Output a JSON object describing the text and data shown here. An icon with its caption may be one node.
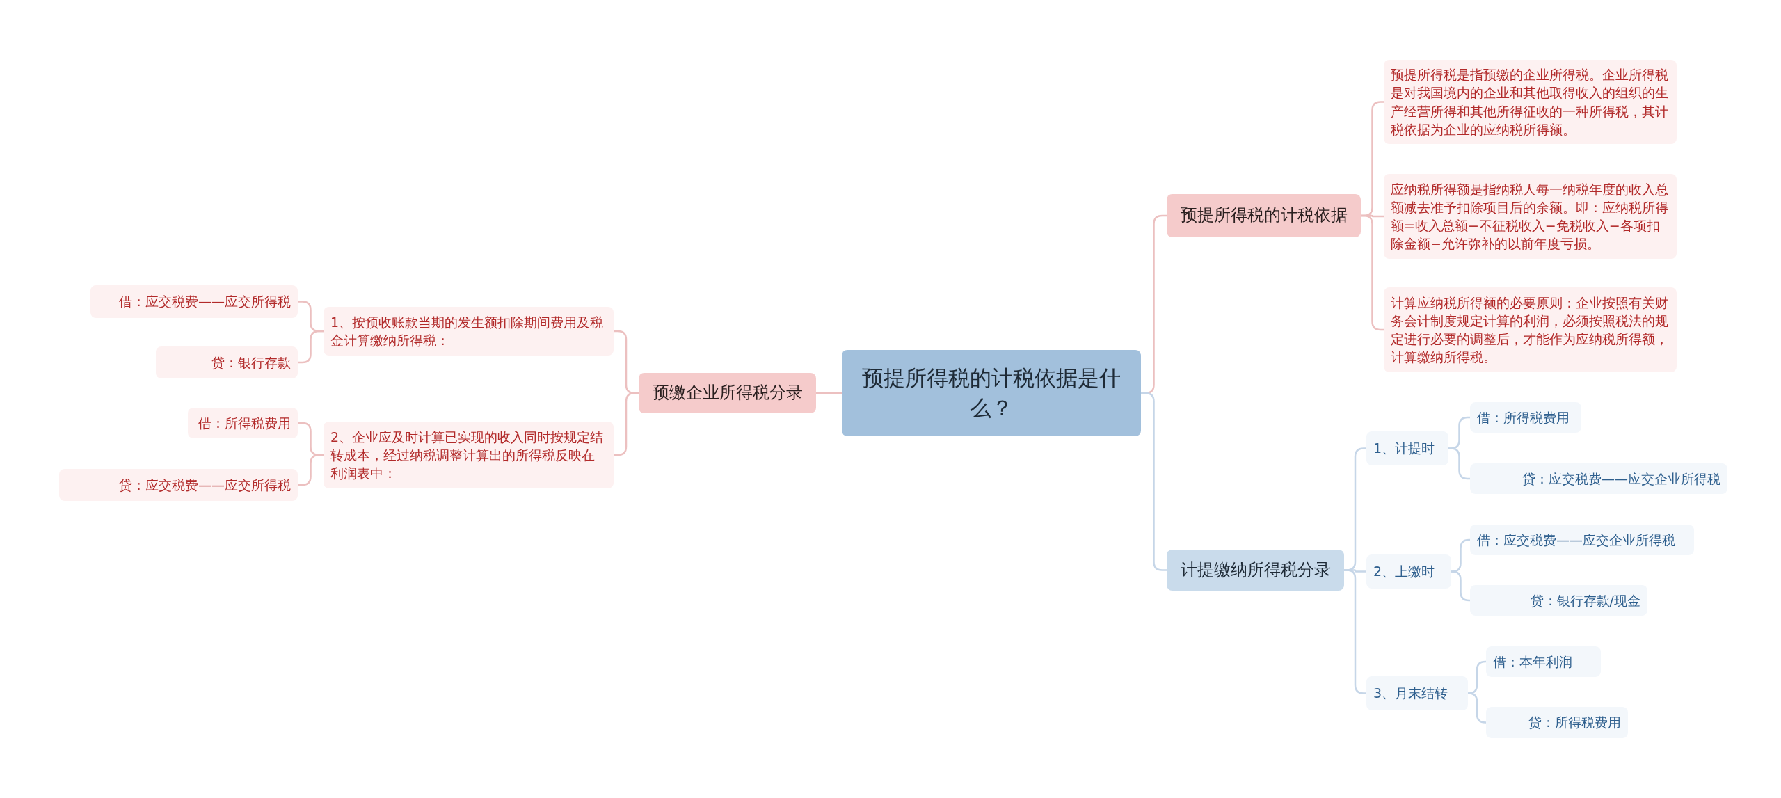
{
  "diagram": {
    "nodes": [
      {
        "text": [
          "预提所得税的计税依据是什么？"
        ]
      },
      {
        "text": [
          "预缴企业所得税分录"
        ]
      },
      {
        "text": [
          "1、按预收账款当期的发生额扣除期间费用及税金计算缴纳所得税："
        ]
      },
      {
        "text": [
          "借：应交税费——应交所得税"
        ]
      },
      {
        "text": [
          "贷：银行存款"
        ]
      },
      {
        "text": [
          "2、企业应及时计算已实现的收入同时按规定结转成本，经过纳税调整计算出的所得税反映在利润表中："
        ]
      },
      {
        "text": [
          "借：所得税费用"
        ]
      },
      {
        "text": [
          "贷：应交税费——应交所得税"
        ]
      },
      {
        "text": [
          "预提所得税的计税依据"
        ]
      },
      {
        "text": [
          "预提所得税是指预缴的企业所得税。企业所得税是对我国境内的企业和其他取得收入的组织的生产经营所得和其他所得征收的一种所得税，其计税依据为企业的应纳税所得额。"
        ]
      },
      {
        "text": [
          "应纳税所得额是指纳税人每一纳税年度的收入总额减去准予扣除项目后的余额。即：应纳税所得额=收入总额−不征税收入−免税收入−各项扣除金额−允许弥补的以前年度亏损。"
        ]
      },
      {
        "text": [
          "计算应纳税所得额的必要原则：企业按照有关财务会计制度规定计算的利润，必须按照税法的规定进行必要的调整后，才能作为应纳税所得额，计算缴纳所得税。"
        ]
      },
      {
        "text": [
          "计提缴纳所得税分录"
        ]
      },
      {
        "text": [
          "1、计提时"
        ]
      },
      {
        "text": [
          "借：所得税费用"
        ]
      },
      {
        "text": [
          "贷：应交税费——应交企业所得税"
        ]
      },
      {
        "text": [
          "2、上缴时"
        ]
      },
      {
        "text": [
          "借：应交税费——应交企业所得税"
        ]
      },
      {
        "text": [
          "贷：银行存款/现金"
        ]
      },
      {
        "text": [
          "3、月末结转"
        ]
      },
      {
        "text": [
          "借：本年利润"
        ]
      },
      {
        "text": [
          "贷：所得税费用"
        ]
      }
    ],
    "edges": [
      {
        "from": 0,
        "to": 1,
        "arrow": "none"
      },
      {
        "from": 1,
        "to": 2,
        "arrow": "none"
      },
      {
        "from": 2,
        "to": 3,
        "arrow": "none"
      },
      {
        "from": 2,
        "to": 4,
        "arrow": "none"
      },
      {
        "from": 1,
        "to": 5,
        "arrow": "none"
      },
      {
        "from": 5,
        "to": 6,
        "arrow": "none"
      },
      {
        "from": 5,
        "to": 7,
        "arrow": "none"
      },
      {
        "from": 0,
        "to": 8,
        "arrow": "none"
      },
      {
        "from": 8,
        "to": 9,
        "arrow": "none"
      },
      {
        "from": 8,
        "to": 10,
        "arrow": "none"
      },
      {
        "from": 8,
        "to": 11,
        "arrow": "none"
      },
      {
        "from": 0,
        "to": 12,
        "arrow": "none",
        "color": "#c6d6e8"
      },
      {
        "from": 12,
        "to": 13,
        "arrow": "none",
        "color": "#c6d6e8"
      },
      {
        "from": 13,
        "to": 14,
        "arrow": "none",
        "color": "#c6d6e8"
      },
      {
        "from": 13,
        "to": 15,
        "arrow": "none",
        "color": "#c6d6e8"
      },
      {
        "from": 12,
        "to": 16,
        "arrow": "none",
        "color": "#c6d6e8"
      },
      {
        "from": 16,
        "to": 17,
        "arrow": "none",
        "color": "#c6d6e8"
      },
      {
        "from": 16,
        "to": 18,
        "arrow": "none",
        "color": "#c6d6e8"
      },
      {
        "from": 12,
        "to": 19,
        "arrow": "none",
        "color": "#c6d6e8"
      },
      {
        "from": 19,
        "to": 20,
        "arrow": "none",
        "color": "#c6d6e8"
      },
      {
        "from": 19,
        "to": 21,
        "arrow": "none",
        "color": "#c6d6e8"
      }
    ]
  }
}
